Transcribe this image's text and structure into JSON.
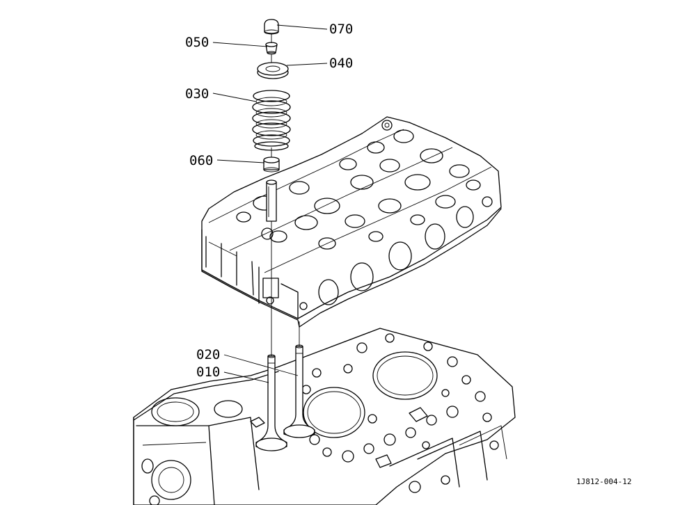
{
  "diagram": {
    "labels": {
      "p070": "070",
      "p050": "050",
      "p040": "040",
      "p030": "030",
      "p060": "060",
      "p020": "020",
      "p010": "010"
    },
    "reference": "1J812-004-12"
  }
}
